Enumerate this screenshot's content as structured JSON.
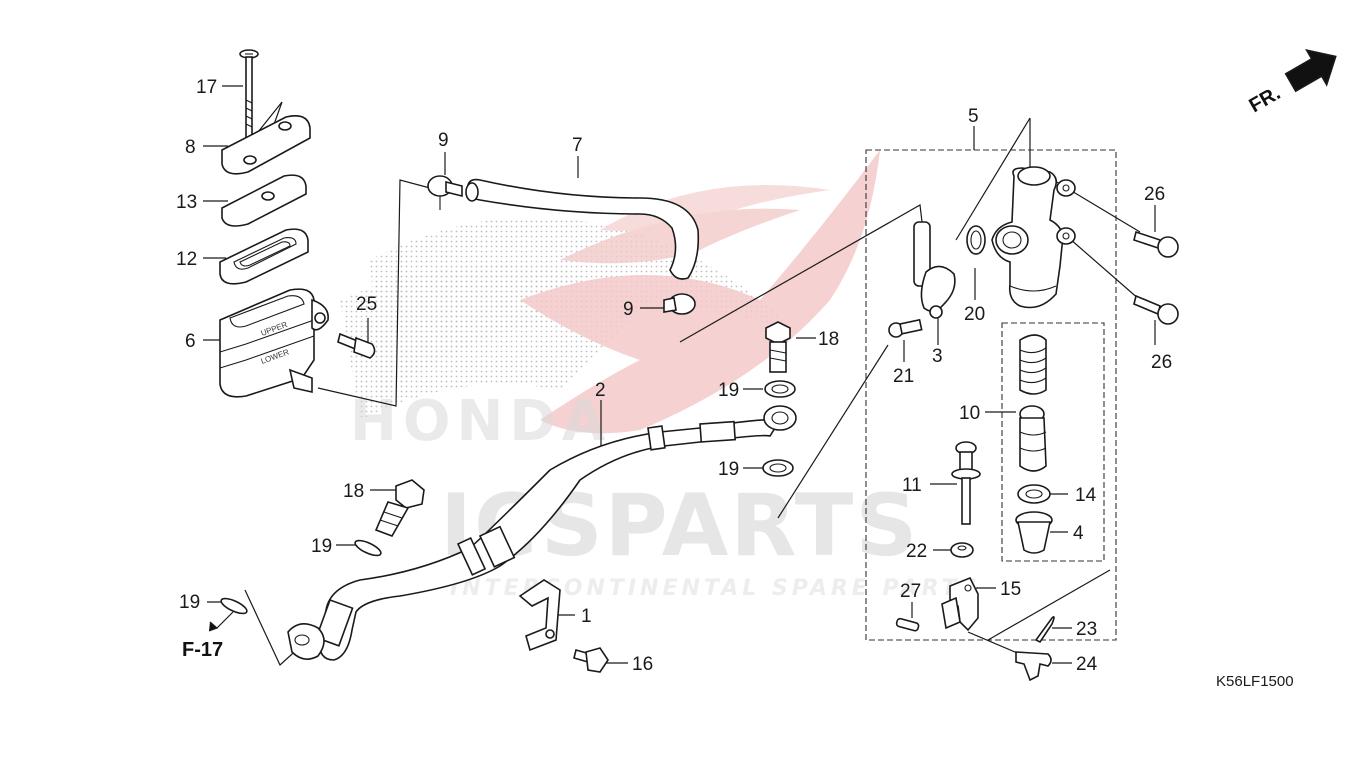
{
  "diagram_code": "K56LF1500",
  "reference": "F-17",
  "direction_label": "FR.",
  "watermark": {
    "brand": "ICSPARTS",
    "tagline": "INTERCONTINENTAL SPARE PARTS",
    "logo_text": "HONDA"
  },
  "colors": {
    "line": "#1a1a1a",
    "watermark_red": "#f3c9c9",
    "watermark_gray": "#e6e6e6"
  },
  "callouts": [
    {
      "id": "c1",
      "label": "1"
    },
    {
      "id": "c2",
      "label": "2"
    },
    {
      "id": "c3",
      "label": "3"
    },
    {
      "id": "c4",
      "label": "4"
    },
    {
      "id": "c5",
      "label": "5"
    },
    {
      "id": "c6",
      "label": "6"
    },
    {
      "id": "c7",
      "label": "7"
    },
    {
      "id": "c8",
      "label": "8"
    },
    {
      "id": "c9a",
      "label": "9"
    },
    {
      "id": "c9b",
      "label": "9"
    },
    {
      "id": "c10",
      "label": "10"
    },
    {
      "id": "c11",
      "label": "11"
    },
    {
      "id": "c12",
      "label": "12"
    },
    {
      "id": "c13",
      "label": "13"
    },
    {
      "id": "c14",
      "label": "14"
    },
    {
      "id": "c15",
      "label": "15"
    },
    {
      "id": "c16",
      "label": "16"
    },
    {
      "id": "c17",
      "label": "17"
    },
    {
      "id": "c18a",
      "label": "18"
    },
    {
      "id": "c18b",
      "label": "18"
    },
    {
      "id": "c19a",
      "label": "19"
    },
    {
      "id": "c19b",
      "label": "19"
    },
    {
      "id": "c19c",
      "label": "19"
    },
    {
      "id": "c19d",
      "label": "19"
    },
    {
      "id": "c20",
      "label": "20"
    },
    {
      "id": "c21",
      "label": "21"
    },
    {
      "id": "c22",
      "label": "22"
    },
    {
      "id": "c23",
      "label": "23"
    },
    {
      "id": "c24",
      "label": "24"
    },
    {
      "id": "c25",
      "label": "25"
    },
    {
      "id": "c26a",
      "label": "26"
    },
    {
      "id": "c26b",
      "label": "26"
    },
    {
      "id": "c27",
      "label": "27"
    }
  ]
}
